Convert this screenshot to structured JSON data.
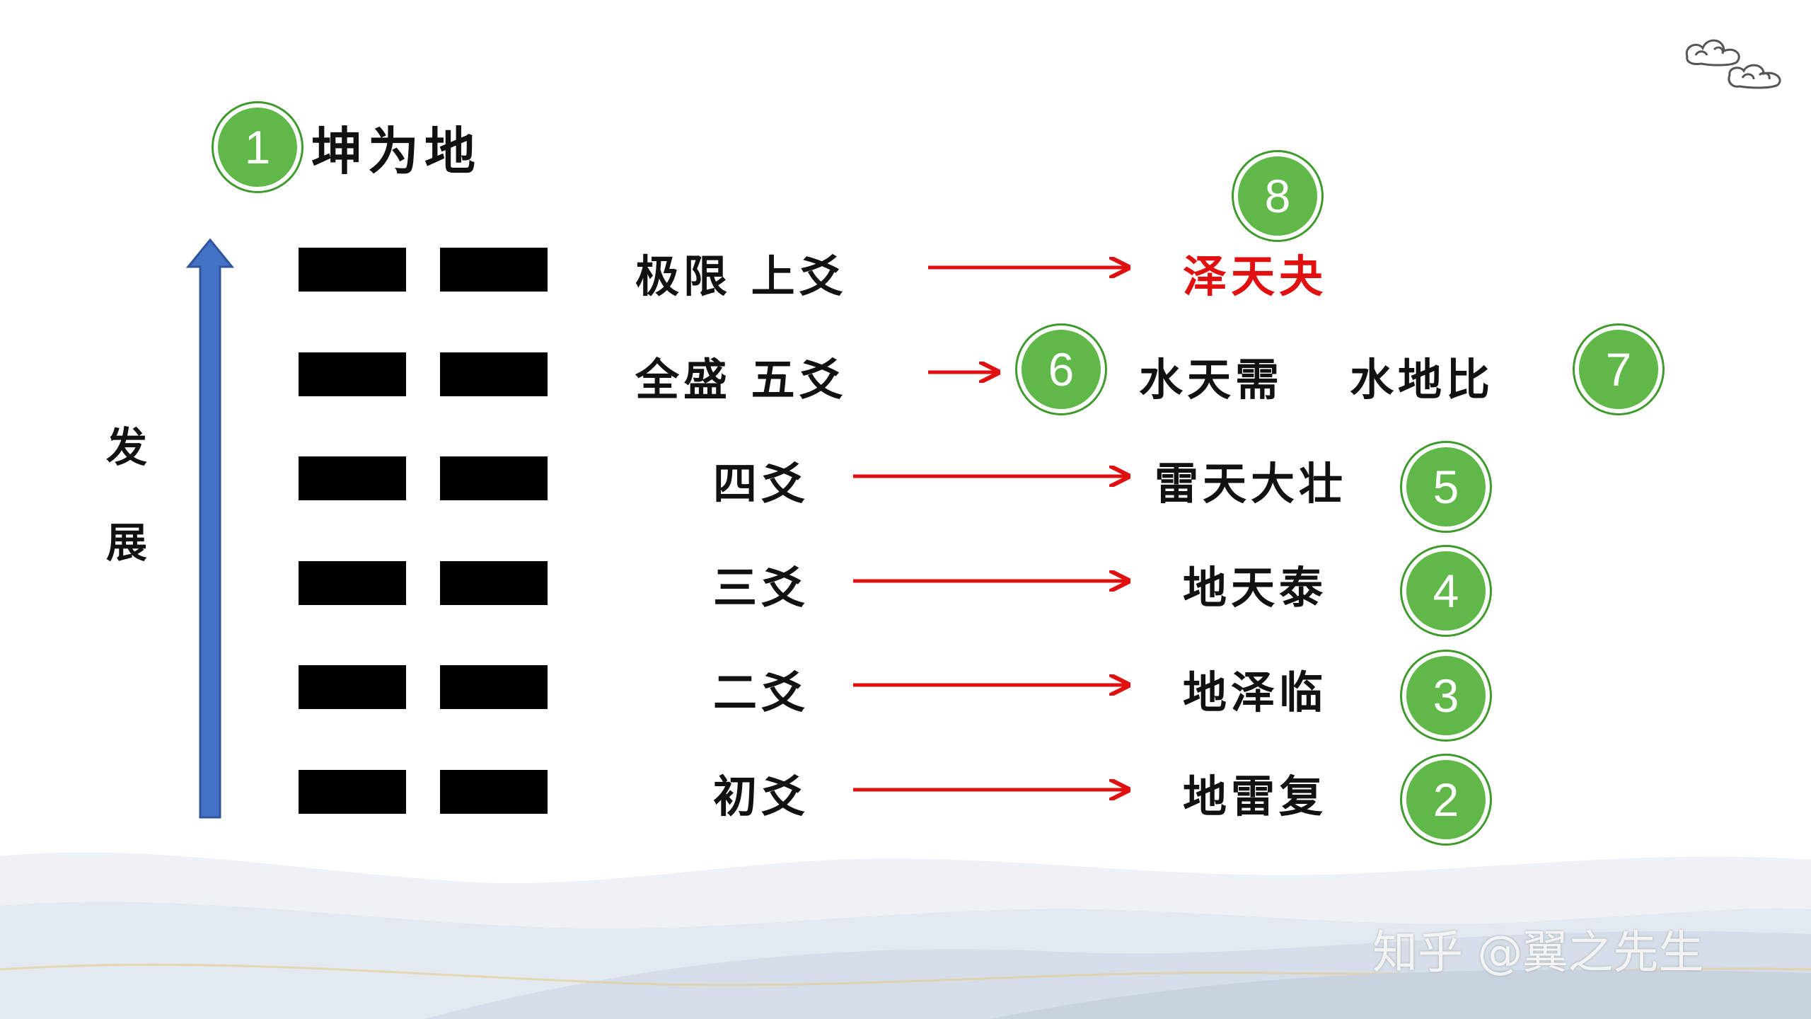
{
  "title": "坤为地",
  "vertical_label": [
    "发",
    "展"
  ],
  "badges": [
    "1",
    "2",
    "3",
    "4",
    "5",
    "6",
    "7",
    "8"
  ],
  "rows": {
    "top": {
      "label": "极限  上爻",
      "result": "泽天夬"
    },
    "fifth": {
      "label": "全盛  五爻",
      "result_a": "水天需",
      "result_b": "水地比"
    },
    "fourth": {
      "label": "四爻",
      "result": "雷天大壮"
    },
    "third": {
      "label": "三爻",
      "result": "地天泰"
    },
    "second": {
      "label": "二爻",
      "result": "地泽临"
    },
    "first": {
      "label": "初爻",
      "result": "地雷复"
    }
  },
  "watermark": "知乎 @翼之先生",
  "colors": {
    "badge_green": "#5fb847",
    "arrow_red": "#e01010",
    "highlight_red": "#e01010",
    "up_arrow_blue": "#4472c4",
    "bar_black": "#000000"
  },
  "icons": {
    "cloud": "cloud-icon",
    "up_arrow": "up-arrow-icon"
  }
}
